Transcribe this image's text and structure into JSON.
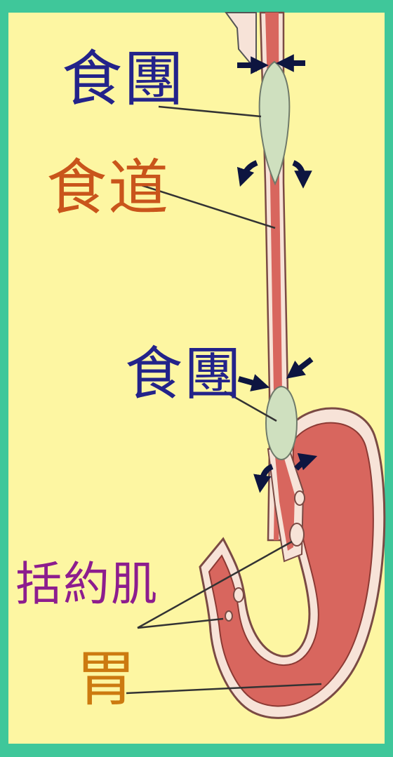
{
  "labels": {
    "bolus_top": "食團",
    "esophagus": "食道",
    "bolus_mid": "食團",
    "sphincter": "括約肌",
    "stomach": "胃"
  },
  "colors": {
    "frame": "#3fc79a",
    "background": "#fdf6a2",
    "tissue": "#d8665e",
    "tissue_outline": "#8c3a34",
    "tissue_rim": "#f7e3d8",
    "bolus": "#cfe0bf",
    "arrow": "#0d1540",
    "leader_line": "#333333",
    "label_bolus": "#23238a",
    "label_esophagus": "#c9551b",
    "label_sphincter": "#8d1d8e",
    "label_stomach": "#cc7a10"
  }
}
